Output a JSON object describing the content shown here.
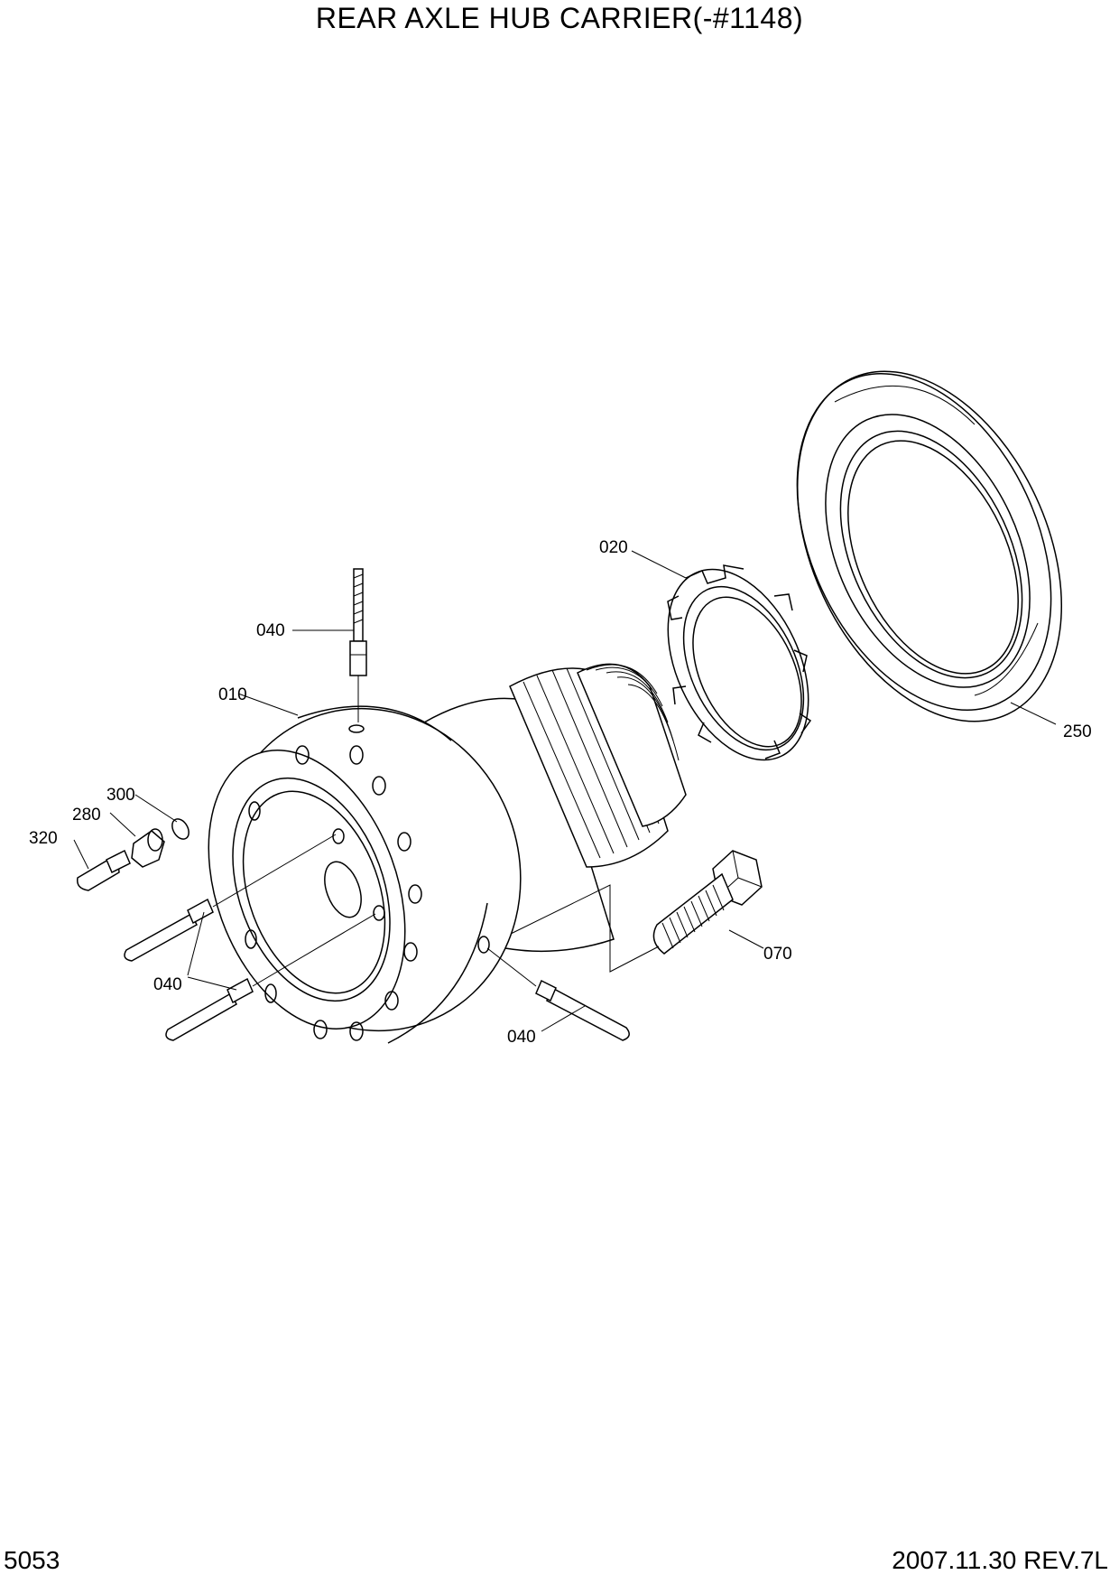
{
  "title": "REAR AXLE HUB CARRIER(-#1148)",
  "page_number": "5053",
  "revision": "2007.11.30  REV.7L",
  "callouts": {
    "c010": "010",
    "c020": "020",
    "c040_top": "040",
    "c040_left": "040",
    "c040_bottom": "040",
    "c070": "070",
    "c250": "250",
    "c280": "280",
    "c300": "300",
    "c320": "320"
  }
}
